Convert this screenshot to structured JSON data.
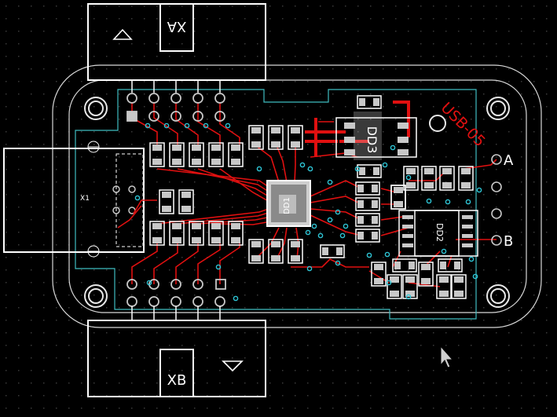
{
  "board": {
    "colors": {
      "background": "#000000",
      "grid_dot": "#3a3a3a",
      "trace": "#e01010",
      "silkscreen": "#ffffff",
      "outline": "#d8d8d8",
      "keepout": "#3fbcc0",
      "pad": "#c8c8c8",
      "via": "#2ec6d6"
    },
    "connectors": {
      "top_label": "XA",
      "bottom_label": "XB",
      "usb_label": "X1"
    },
    "product_label": "USB-05",
    "terminal_labels": {
      "a": "A",
      "b": "B"
    },
    "chips": {
      "mcu": "DD1",
      "transceiver": "DD2",
      "regulator": "DD3"
    },
    "cursor_icon": "mouse-pointer-icon"
  }
}
